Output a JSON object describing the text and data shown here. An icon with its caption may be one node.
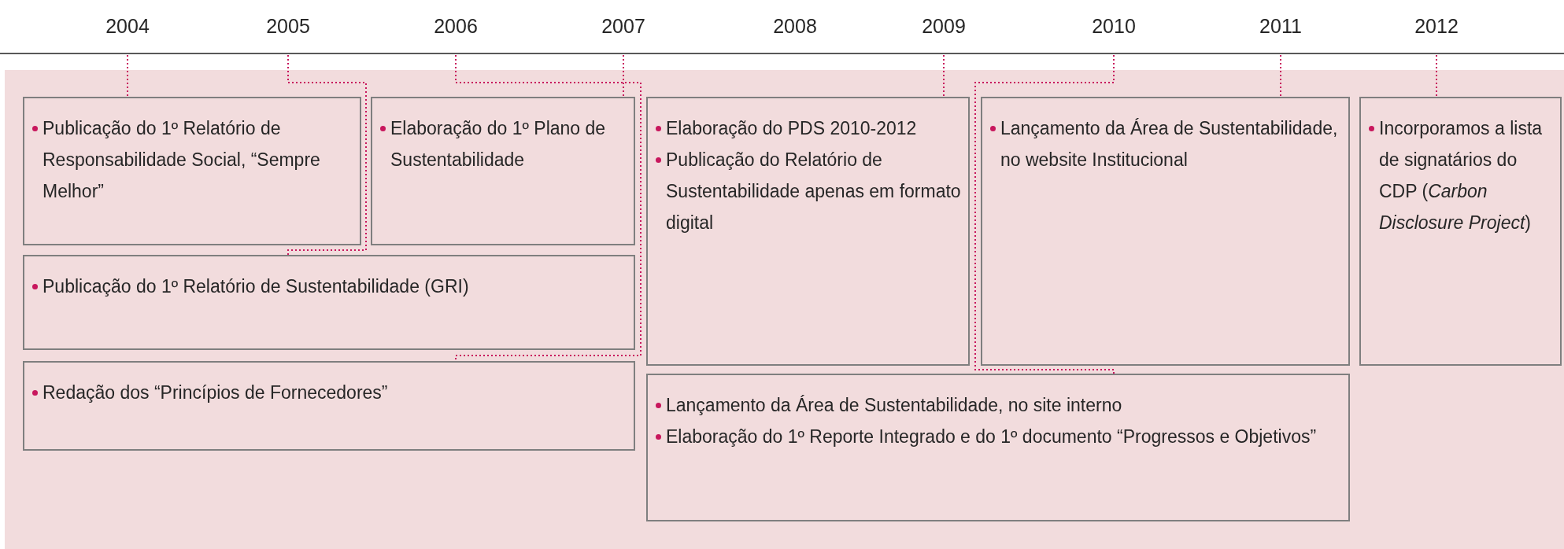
{
  "diagram": {
    "nodes": [
      {
        "text": [
          "2004"
        ]
      },
      {
        "text": [
          "2005"
        ]
      },
      {
        "text": [
          "2006"
        ]
      },
      {
        "text": [
          "2007"
        ]
      },
      {
        "text": [
          "2008"
        ]
      },
      {
        "text": [
          "2009"
        ]
      },
      {
        "text": [
          "2010"
        ]
      },
      {
        "text": [
          "2011"
        ]
      },
      {
        "text": [
          "2012"
        ]
      },
      {
        "text": [
          "Publicação do 1º Relatório de Responsabilidade Social, “Sempre Melhor”"
        ]
      },
      {
        "text": [
          "Elaboração  do 1º Plano de Sustentabilidade"
        ]
      },
      {
        "text": [
          "Publicação do 1º Relatório de Sustentabilidade  (GRI)"
        ]
      },
      {
        "text": [
          "Redação dos “Princípios de Fornecedores”"
        ]
      },
      {
        "text": [
          "Elaboração do PDS 2010-2012",
          "Publicação do Relatório de Sustentabilidade apenas em formato  digital"
        ]
      },
      {
        "text": [
          "Lançamento da Área de Sustentabilidade, no website Institucional"
        ]
      },
      {
        "text": [
          "Lançamento da Área de Sustentabilidade, no site interno",
          "Elaboração do 1º Reporte Integrado e do 1º documento “Progressos e Objetivos”"
        ]
      },
      {
        "text": [
          "Incorporamos a lista de signatários do CDP (*Carbon Disclosure Project*)"
        ]
      }
    ],
    "edges": [
      {
        "from": 0,
        "to": 9,
        "arrow": "none",
        "style": "dashed"
      },
      {
        "from": 1,
        "to": 11,
        "arrow": "none",
        "style": "dashed"
      },
      {
        "from": 2,
        "to": 12,
        "arrow": "none",
        "style": "dashed"
      },
      {
        "from": 3,
        "to": 10,
        "arrow": "none",
        "style": "dashed"
      },
      {
        "from": 5,
        "to": 13,
        "arrow": "none",
        "style": "dashed"
      },
      {
        "from": 6,
        "to": 15,
        "arrow": "none",
        "style": "dashed"
      },
      {
        "from": 7,
        "to": 14,
        "arrow": "none",
        "style": "dashed"
      },
      {
        "from": 8,
        "to": 16,
        "arrow": "none",
        "style": "dashed"
      }
    ]
  }
}
